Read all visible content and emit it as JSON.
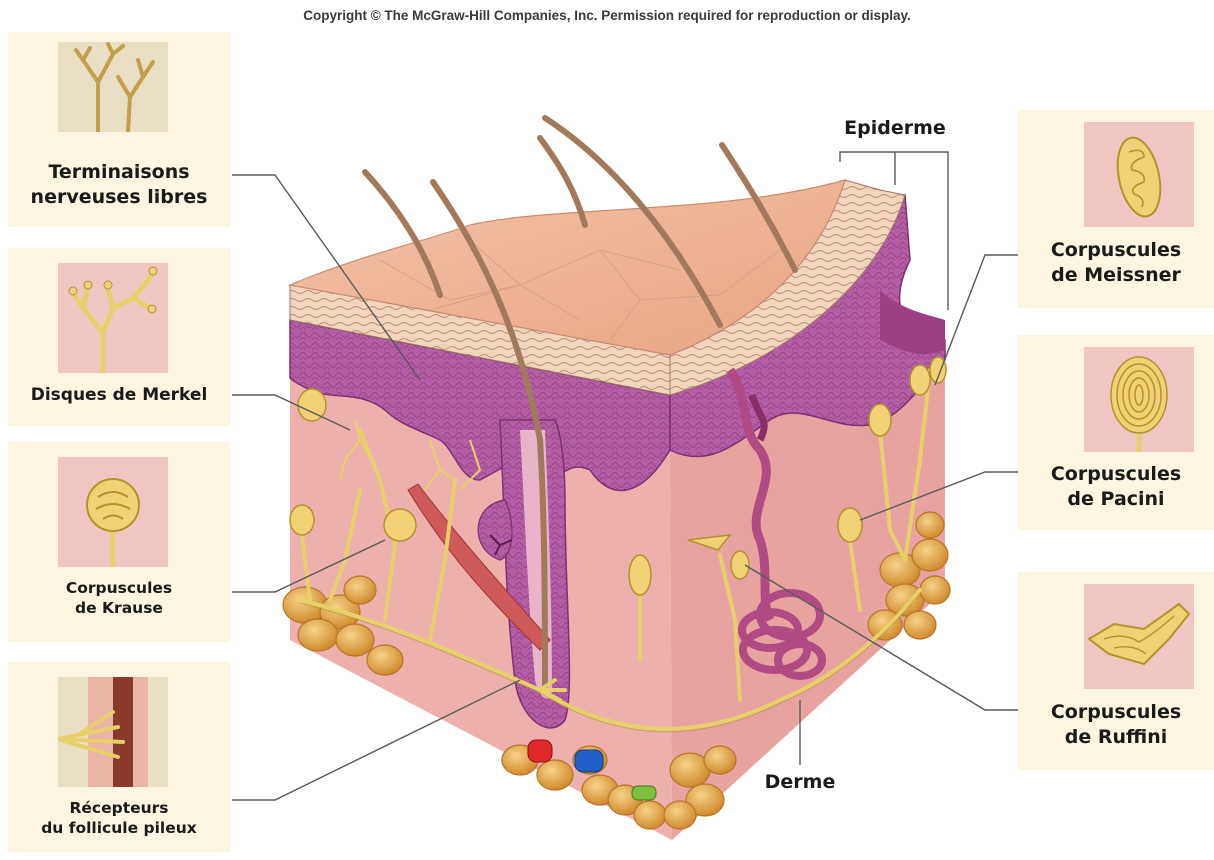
{
  "copyright": "Copyright © The McGraw-Hill Companies, Inc. Permission required for reproduction or display.",
  "labels": {
    "free_endings": [
      "Terminaisons",
      "nerveuses libres"
    ],
    "merkel": [
      "Disques de Merkel"
    ],
    "krause": [
      "Corpuscules",
      "de Krause"
    ],
    "hair_follicle": [
      "Récepteurs",
      "du follicule pileux"
    ],
    "epidermis": "Epiderme",
    "dermis": "Derme",
    "meissner": [
      "Corpuscules",
      "de Meissner"
    ],
    "pacini": [
      "Corpuscules",
      "de Pacini"
    ],
    "ruffini": [
      "Corpuscules",
      "de Ruffini"
    ]
  },
  "colors": {
    "panel_bg": "#fbf5e2",
    "thumb_bg": "#f1c6c2",
    "nerve": "#e9cf6a",
    "nerve_outline": "#b5922e",
    "skin_surface": "#f2b89d",
    "epidermis": "#b15aa0",
    "dermis": "#eeaeab",
    "fat": "#e3a648",
    "hair": "#a3795c",
    "leader_line": "#5a5a5a"
  }
}
